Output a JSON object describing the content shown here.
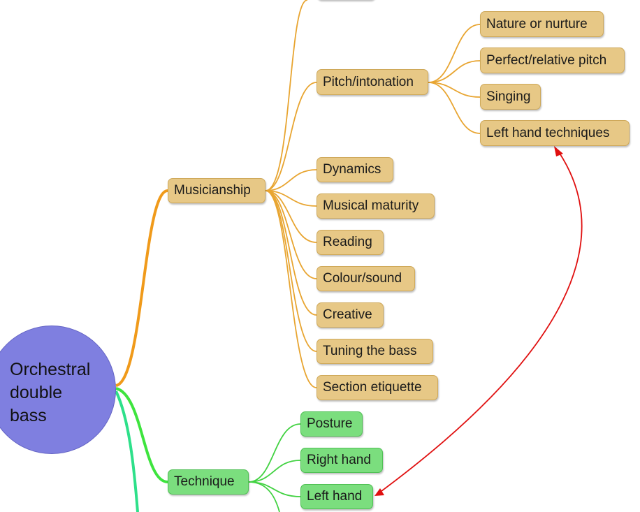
{
  "root": {
    "lines": [
      "Orchestral",
      "double",
      "bass"
    ]
  },
  "branches": {
    "musicianship": {
      "label": "Musicianship",
      "children": [
        "Pitch/intonation",
        "Dynamics",
        "Musical maturity",
        "Reading",
        "Colour/sound",
        "Creative",
        "Tuning the bass",
        "Section etiquette"
      ],
      "pitch_children": [
        "Nature or nurture",
        "Perfect/relative pitch",
        "Singing",
        "Left hand techniques"
      ]
    },
    "technique": {
      "label": "Technique",
      "children": [
        "Posture",
        "Right hand",
        "Left hand"
      ]
    }
  },
  "colors": {
    "musicianship_branch": "#f0a02c",
    "musicianship_node": "#e7c886",
    "technique_branch": "#3fd83f",
    "technique_node": "#7bde7e",
    "root": "#7f7fe0",
    "relation_arrow": "#e01010"
  }
}
